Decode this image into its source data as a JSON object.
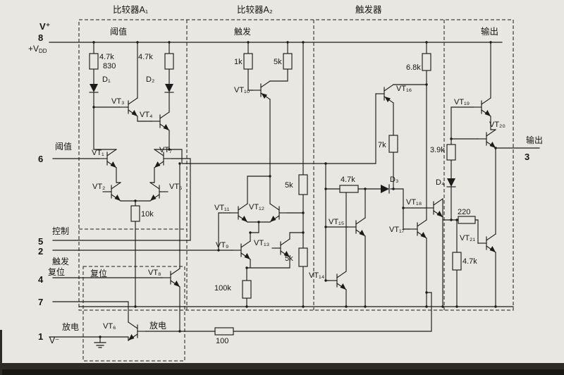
{
  "colors": {
    "paper": "#e9e7e2",
    "ink": "#1b1b1b",
    "scan_edge": "#2e2b26"
  },
  "sections": {
    "a1": "比较器A₁",
    "a2": "比较器A₂",
    "ff": "触发器",
    "out": "输出",
    "a1_sub": "阈值",
    "a2_sub": "触发"
  },
  "pins": {
    "p8_name": "V⁺",
    "p8_num": "8",
    "p8_alt_main": "+V",
    "p8_alt_sub": "DD",
    "p6_name": "阈值",
    "p6_num": "6",
    "p5_name": "控制",
    "p5_num": "5",
    "p2_name": "触发",
    "p2_num": "2",
    "p4_name": "复位",
    "p4_num": "4",
    "p7_num": "7",
    "p1_name": "放电",
    "p1_num": "1",
    "p1_alt": "V⁻",
    "p3_name": "输出",
    "p3_num": "3"
  },
  "labels": {
    "r_a1_left": "4.7k",
    "r_a1_left2": "830",
    "r_a1_right": "4.7k",
    "d1": "D₁",
    "d2": "D₂",
    "vt3": "VT₃",
    "vt4": "VT₄",
    "vt1": "VT₁",
    "vt7": "VT₇",
    "vt2": "VT₂",
    "vt5": "VT₅",
    "r_10k": "10k",
    "r_1k": "1k",
    "r_5k_a": "5k",
    "vt10": "VT₁₀",
    "r_5k_b": "5k",
    "vt11": "VT₁₁",
    "vt12": "VT₁₂",
    "vt9": "VT₉",
    "vt13": "VT₁₃",
    "r_5k_c": "5k",
    "r_100k": "100k",
    "vt14": "VT₁₄",
    "r_6k8": "6.8k",
    "vt16": "VT₁₆",
    "r_7k": "7k",
    "r_4k7_ff": "4.7k",
    "d3": "D₃",
    "vt15": "VT₁₅",
    "vt17": "VT₁₇",
    "vt18": "VT₁₈",
    "vt19": "VT₁₉",
    "vt20": "VT₂₀",
    "r_3k9": "3.9k",
    "d4": "D₄",
    "r_220": "220",
    "vt21": "VT₂₁",
    "r_4k7_out": "4.7k",
    "reset_inner": "复位",
    "vt8": "VT₈",
    "vt6": "VT₆",
    "discharge_inner": "放电",
    "r_100": "100"
  }
}
